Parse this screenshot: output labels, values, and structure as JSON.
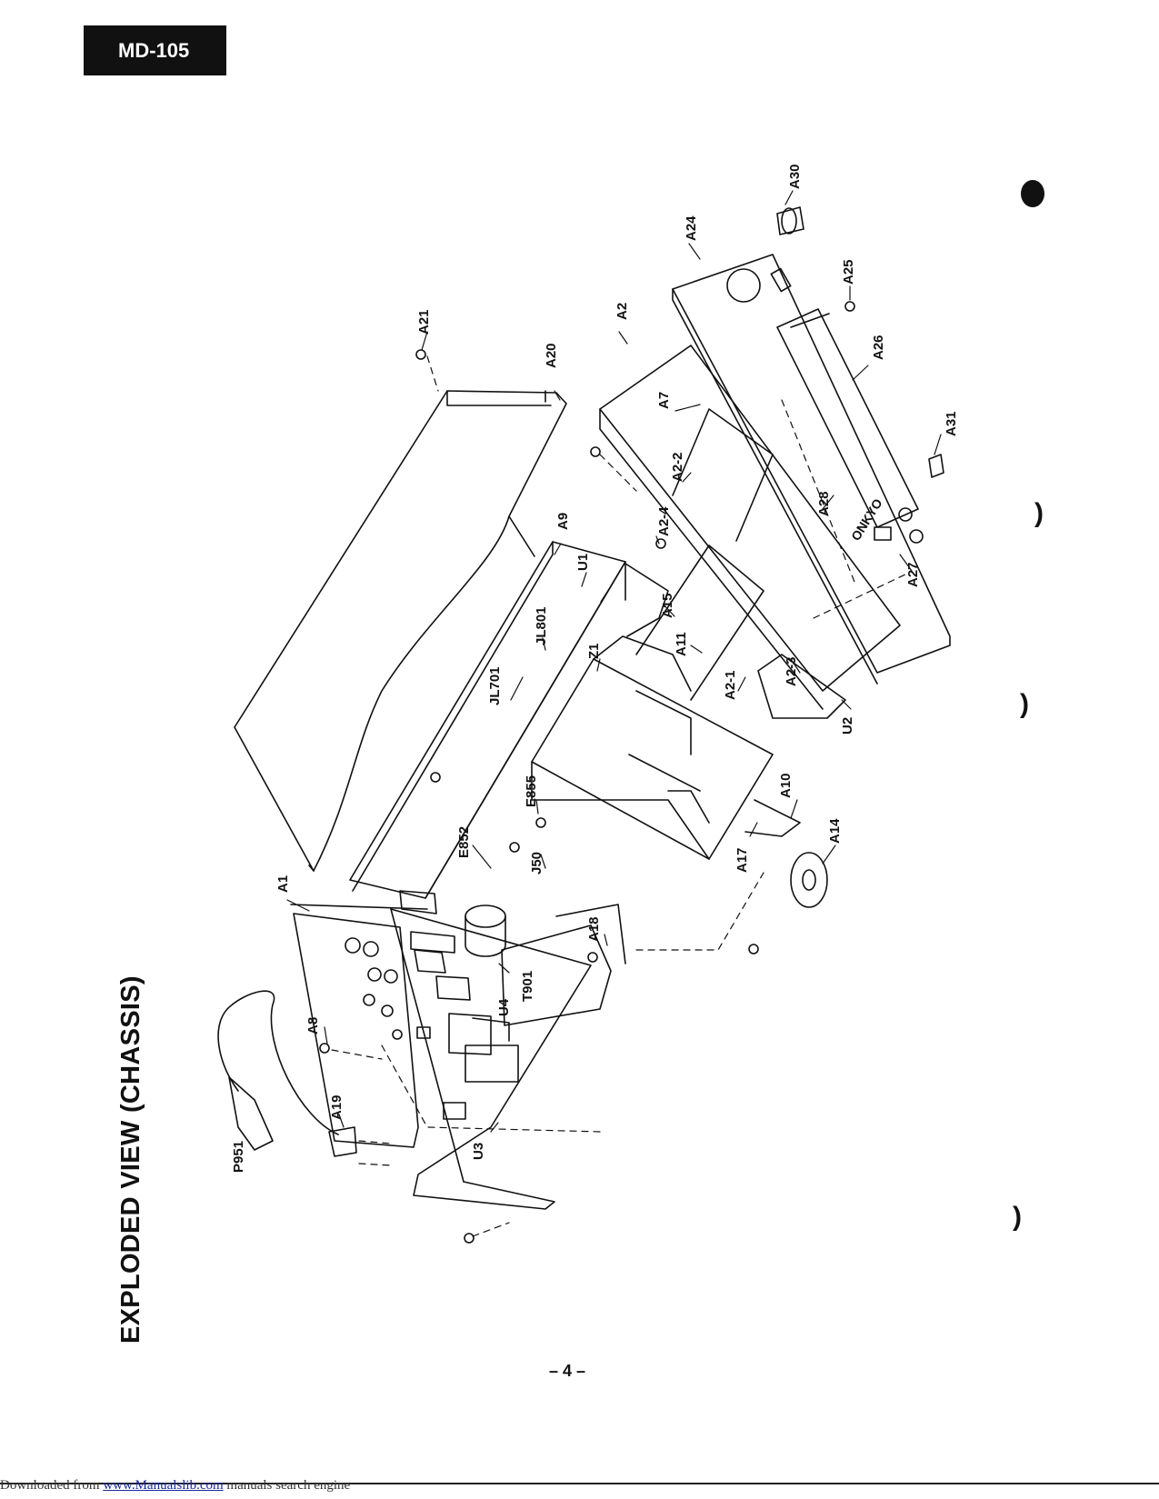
{
  "model": "MD-105",
  "title": "EXPLODED VIEW (CHASSIS)",
  "page_number": "– 4 –",
  "footer": {
    "prefix": "Downloaded from ",
    "link": "www.Manualslib.com",
    "suffix": " manuals search engine"
  },
  "front_panel_brand": "ONKYO",
  "callouts": {
    "A1": "A1",
    "A2": "A2",
    "A2_1": "A2-1",
    "A2_2": "A2-2",
    "A2_3": "A2-3",
    "A2_4": "A2-4",
    "A7": "A7",
    "A8": "A8",
    "A9": "A9",
    "A10": "A10",
    "A11": "A11",
    "A14": "A14",
    "A15": "A15",
    "A17": "A17",
    "A18": "A18",
    "A19": "A19",
    "A20": "A20",
    "A21": "A21",
    "A24": "A24",
    "A25": "A25",
    "A26": "A26",
    "A27": "A27",
    "A28": "A28",
    "A30": "A30",
    "A31": "A31",
    "E852": "E852",
    "E855": "E855",
    "J50": "J50",
    "JL701": "JL701",
    "JL801": "JL801",
    "P951": "P951",
    "T901": "T901",
    "U1": "U1",
    "U2": "U2",
    "U3": "U3",
    "U4": "U4",
    "Z1": "Z1"
  }
}
